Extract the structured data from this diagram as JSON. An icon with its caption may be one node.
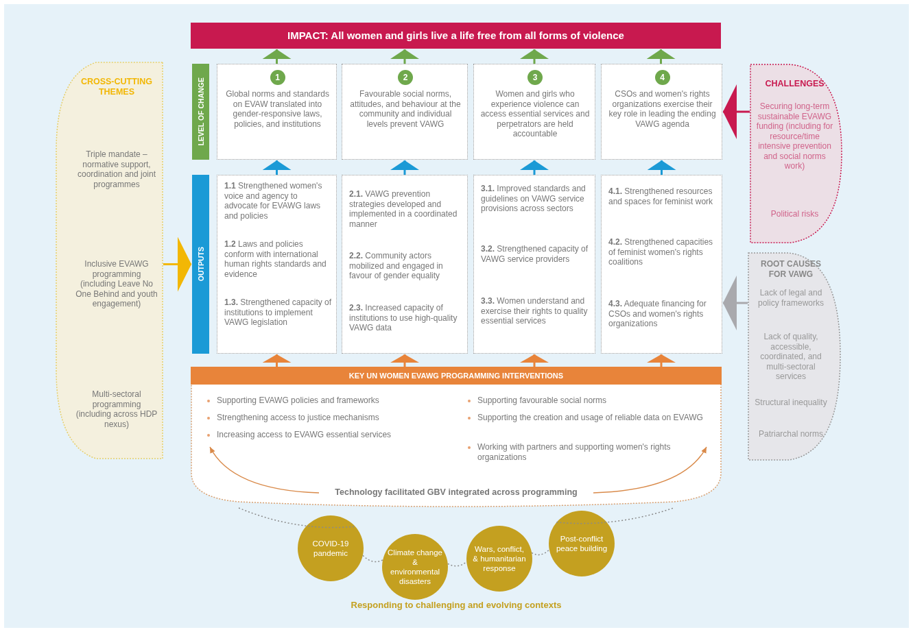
{
  "diagram": {
    "nodes": [
      {
        "text": [
          "IMPACT: All women and girls live a life free from all forms of violence"
        ]
      },
      {
        "text": [
          "LEVEL OF CHANGE"
        ]
      },
      {
        "text": [
          "1",
          "Global norms and standards on EVAW translated into gender-responsive laws, policies, and institutions"
        ]
      },
      {
        "text": [
          "2",
          "Favourable social norms, attitudes, and behaviour at the community and individual levels prevent VAWG"
        ]
      },
      {
        "text": [
          "3",
          "Women and girls who experience violence can access essential services and perpetrators are held accountable"
        ]
      },
      {
        "text": [
          "4",
          "CSOs and women's rights organizations exercise their key role in leading the ending VAWG agenda"
        ]
      },
      {
        "text": [
          "OUTPUTS"
        ]
      },
      {
        "text": [
          "**1.1** Strengthened women's voice and agency to advocate for EVAWG laws and policies",
          "**1.2** Laws and policies conform with international human rights standards and evidence",
          "**1.3.** Strengthened capacity of institutions to implement VAWG legislation"
        ]
      },
      {
        "text": [
          "**2.1.** VAWG prevention strategies developed and implemented in a coordinated manner",
          "**2.2.** Community actors mobilized and engaged in favour of gender equality",
          "**2.3.** Increased capacity of institutions to use high-quality VAWG data"
        ]
      },
      {
        "text": [
          "**3.1.** Improved standards and guidelines on VAWG service provisions across sectors",
          "**3.2.** Strengthened capacity of VAWG service providers",
          "**3.3.** Women understand and exercise their rights to quality essential services"
        ]
      },
      {
        "text": [
          "**4.1.** Strengthened resources and spaces for feminist work",
          "**4.2.** Strengthened capacities of feminist women's rights coalitions",
          "**4.3.** Adequate financing for CSOs and women's rights organizations"
        ]
      },
      {
        "text": [
          "KEY UN WOMEN EVAWG PROGRAMMING INTERVENTIONS",
          "Supporting EVAWG policies and frameworks",
          "Strengthening access to justice mechanisms",
          "Increasing access to EVAWG essential services",
          "Supporting favourable social norms",
          "Supporting the creation and usage of reliable data on EVAWG",
          "Working with partners and supporting women's rights organizations"
        ]
      },
      {
        "text": [
          "Technology facilitated GBV integrated across programming"
        ],
        "in": 11
      },
      {
        "text": [
          "CROSS-CUTTING THEMES",
          "Triple mandate – normative support, coordination and joint programmes",
          "Inclusive EVAWG programming (including Leave No One Behind and youth engagement)",
          "Multi-sectoral programming (including across HDP nexus)"
        ]
      },
      {
        "text": [
          "CHALLENGES",
          "Securing long-term sustainable EVAWG funding (including for resource/time intensive prevention and social norms work)",
          "Political risks"
        ]
      },
      {
        "text": [
          "ROOT CAUSES FOR VAWG",
          "Lack of legal and policy frameworks",
          "Lack of quality, accessible, coordinated, and multi-sectoral services",
          "Structural inequality",
          "Patriarchal norms"
        ]
      },
      {
        "text": [
          "COVID-19 pandemic"
        ]
      },
      {
        "text": [
          "Climate change & environmental disasters"
        ]
      },
      {
        "text": [
          "Wars, conflict, & humanitarian response"
        ]
      },
      {
        "text": [
          "Post-conflict peace building"
        ]
      }
    ],
    "edges": [
      {
        "from": 2,
        "to": 0,
        "arrow": "to",
        "color": "#6fa84c"
      },
      {
        "from": 3,
        "to": 0,
        "arrow": "to",
        "color": "#6fa84c"
      },
      {
        "from": 4,
        "to": 0,
        "arrow": "to",
        "color": "#6fa84c"
      },
      {
        "from": 5,
        "to": 0,
        "arrow": "to",
        "color": "#6fa84c"
      },
      {
        "from": 7,
        "to": 2,
        "arrow": "to",
        "color": "#1b9ad6"
      },
      {
        "from": 8,
        "to": 3,
        "arrow": "to",
        "color": "#1b9ad6"
      },
      {
        "from": 9,
        "to": 4,
        "arrow": "to",
        "color": "#1b9ad6"
      },
      {
        "from": 10,
        "to": 5,
        "arrow": "to",
        "color": "#1b9ad6"
      },
      {
        "from": 11,
        "to": 7,
        "arrow": "to",
        "color": "#e8843a"
      },
      {
        "from": 11,
        "to": 8,
        "arrow": "to",
        "color": "#e8843a"
      },
      {
        "from": 11,
        "to": 9,
        "arrow": "to",
        "color": "#e8843a"
      },
      {
        "from": 11,
        "to": 10,
        "arrow": "to",
        "color": "#e8843a"
      },
      {
        "from": 13,
        "to": 6,
        "arrow": "to",
        "color": "#f2b705"
      },
      {
        "from": 14,
        "to": 5,
        "arrow": "to",
        "color": "#c8194f"
      },
      {
        "from": 15,
        "to": 10,
        "arrow": "to",
        "color": "#a9a9ad"
      },
      {
        "from": 12,
        "to": null,
        "arrow": "to",
        "color": "#d98a4a"
      },
      {
        "from": 12,
        "to": null,
        "arrow": "to",
        "color": "#d98a4a"
      },
      {
        "from": 11,
        "to": 16,
        "arrow": "none",
        "style": "dashed",
        "color": "#8a8a8a"
      },
      {
        "from": 16,
        "to": 17,
        "arrow": "none",
        "style": "dashed",
        "color": "#8a8a8a"
      },
      {
        "from": 17,
        "to": 18,
        "arrow": "none",
        "style": "dashed",
        "color": "#8a8a8a"
      },
      {
        "from": 18,
        "to": 19,
        "arrow": "none",
        "style": "dashed",
        "color": "#8a8a8a"
      },
      {
        "from": 19,
        "to": 11,
        "arrow": "none",
        "style": "dashed",
        "color": "#8a8a8a"
      }
    ],
    "labels": [
      "Responding to challenging and evolving contexts"
    ]
  }
}
